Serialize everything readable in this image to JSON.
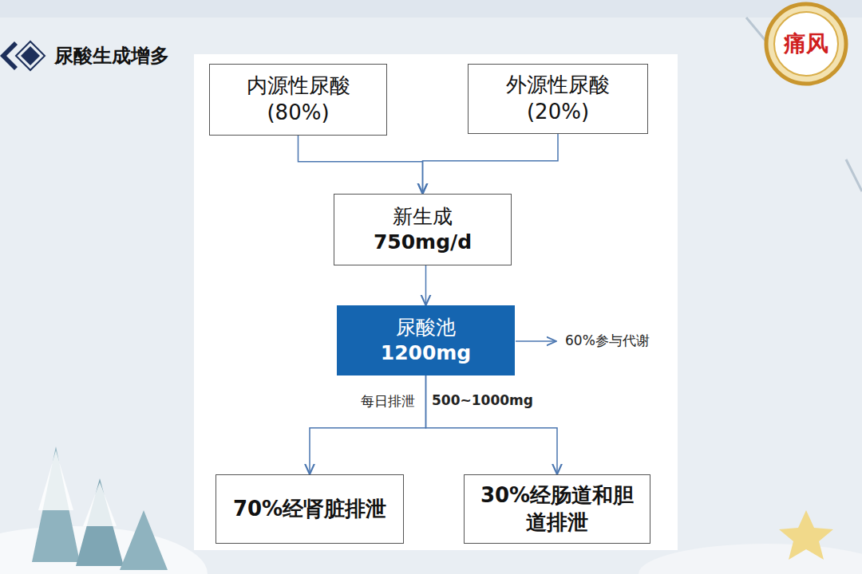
{
  "diagram": {
    "title": "尿酸生成增多",
    "nodes": [
      {
        "text": [
          "内源性尿酸 (80%)"
        ]
      },
      {
        "text": [
          "外源性尿酸 (20%)"
        ]
      },
      {
        "text": [
          "新生成",
          "750mg/d"
        ]
      },
      {
        "text": [
          "尿酸池",
          "1200mg"
        ]
      },
      {
        "text": [
          "70%经肾脏排泄"
        ]
      },
      {
        "text": [
          "30%经肠道和胆道排泄"
        ]
      }
    ],
    "edges": [
      {
        "from": 0,
        "to": 2,
        "arrow": "to"
      },
      {
        "from": 1,
        "to": 2,
        "arrow": "to"
      },
      {
        "from": 2,
        "to": 3,
        "arrow": "to"
      },
      {
        "from": 3,
        "to": 4,
        "arrow": "to"
      },
      {
        "from": 3,
        "to": 5,
        "arrow": "to"
      }
    ],
    "labels": [
      "痛风",
      "60%参与代谢",
      "每日排泄",
      "500~1000mg"
    ]
  }
}
